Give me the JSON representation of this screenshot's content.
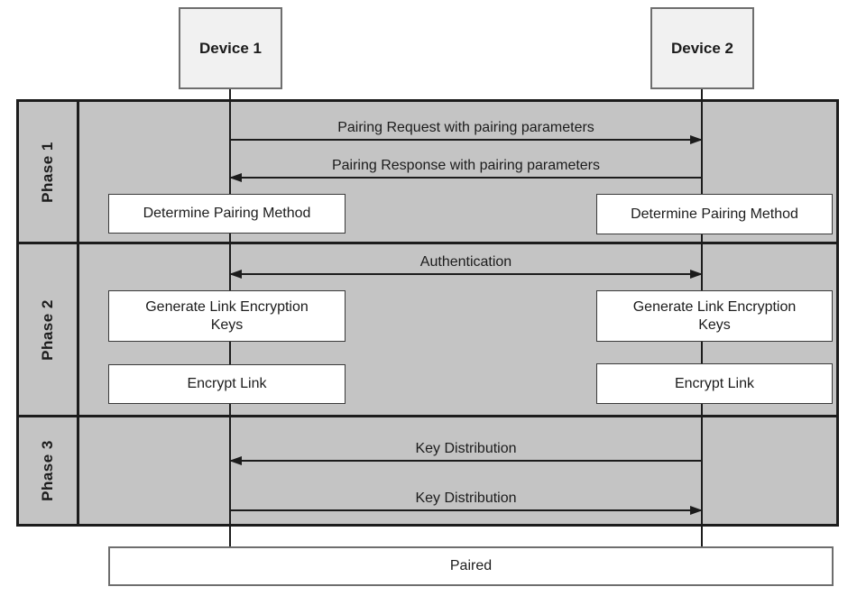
{
  "devices": [
    {
      "label": "Device 1"
    },
    {
      "label": "Device 2"
    }
  ],
  "phases": [
    {
      "label": "Phase 1"
    },
    {
      "label": "Phase 2"
    },
    {
      "label": "Phase 3"
    }
  ],
  "messages": [
    {
      "label": "Pairing Request with pairing parameters",
      "direction": "right",
      "phase": "Phase 1"
    },
    {
      "label": "Pairing Response with pairing parameters",
      "direction": "left",
      "phase": "Phase 1"
    },
    {
      "label": "Authentication",
      "direction": "both",
      "phase": "Phase 2"
    },
    {
      "label": "Key Distribution",
      "direction": "left",
      "phase": "Phase 3"
    },
    {
      "label": "Key Distribution",
      "direction": "right",
      "phase": "Phase 3"
    }
  ],
  "process_boxes": [
    {
      "label": "Determine Pairing Method",
      "lane": "Device 1",
      "phase": "Phase 1"
    },
    {
      "label": "Determine Pairing Method",
      "lane": "Device 2",
      "phase": "Phase 1"
    },
    {
      "label": "Generate Link Encryption Keys",
      "lane": "Device 1",
      "phase": "Phase 2"
    },
    {
      "label": "Generate Link Encryption Keys",
      "lane": "Device 2",
      "phase": "Phase 2"
    },
    {
      "label": "Encrypt Link",
      "lane": "Device 1",
      "phase": "Phase 2"
    },
    {
      "label": "Encrypt Link",
      "lane": "Device 2",
      "phase": "Phase 2"
    }
  ],
  "footer": {
    "label": "Paired"
  },
  "colors": {
    "phase_bg": "#c4c4c4",
    "device_bg": "#f1f1f1",
    "border_dark": "#1c1c1c",
    "box_border": "#3a3a3a",
    "device_border": "#6e6e6e",
    "line": "#1c1c1c",
    "text": "#1c1c1c"
  }
}
